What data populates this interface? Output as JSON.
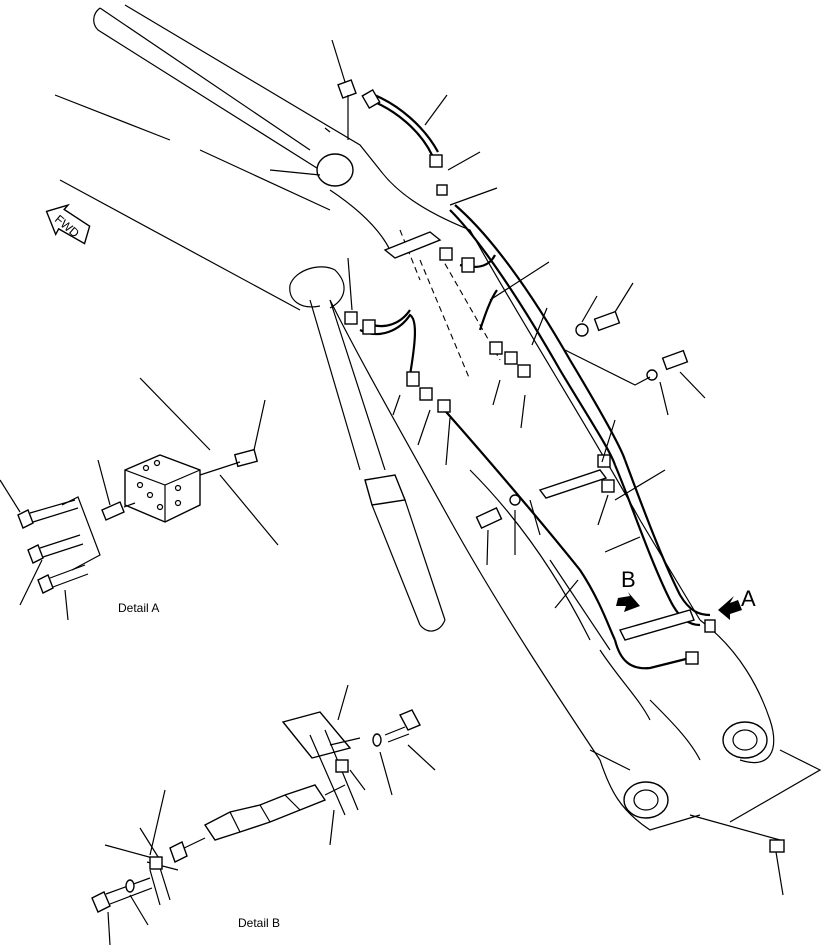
{
  "labels": {
    "fwd": "FWD",
    "view_a": "A",
    "view_b": "B",
    "detail_a": "Detail A",
    "detail_b": "Detail B"
  }
}
